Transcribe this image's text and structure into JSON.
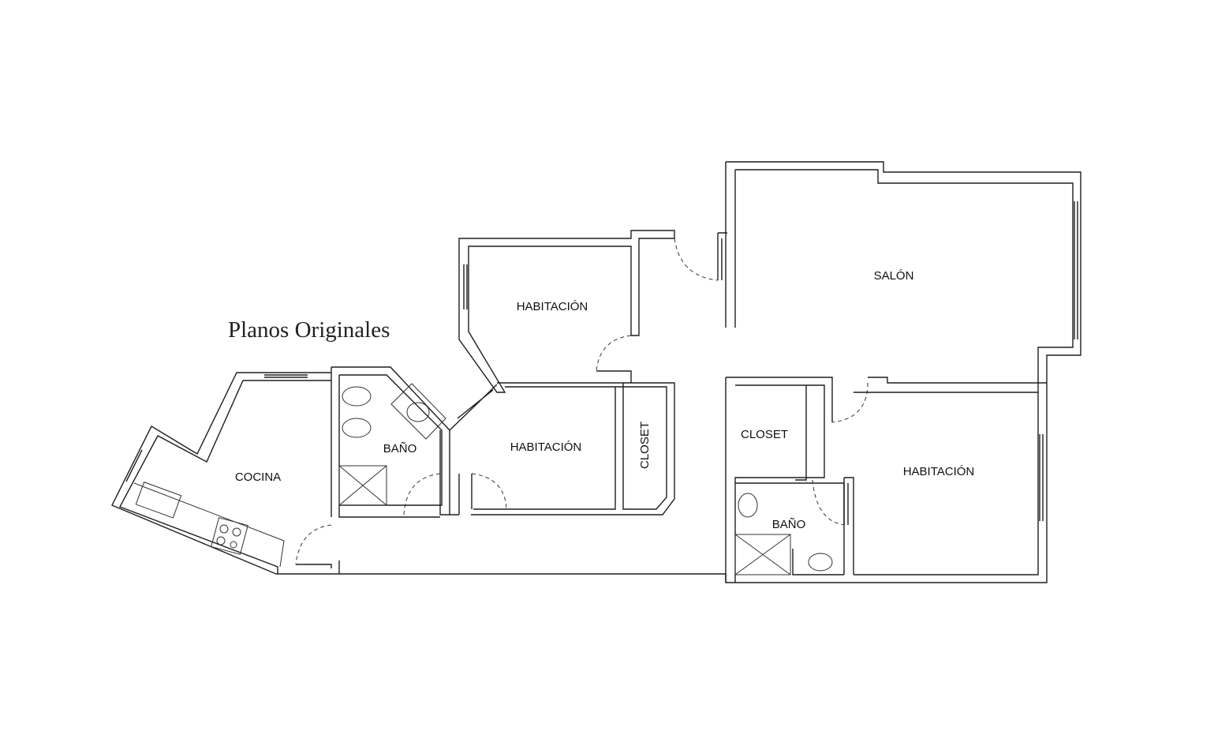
{
  "title": "Planos Originales",
  "rooms": {
    "salon": "SALÓN",
    "habitacion_top": "HABITACIÓN",
    "habitacion_middle": "HABITACIÓN",
    "habitacion_right": "HABITACIÓN",
    "closet_middle": "CLOSET",
    "closet_right": "CLOSET",
    "bano_left": "BAÑO",
    "bano_right": "BAÑO",
    "cocina": "COCINA"
  }
}
